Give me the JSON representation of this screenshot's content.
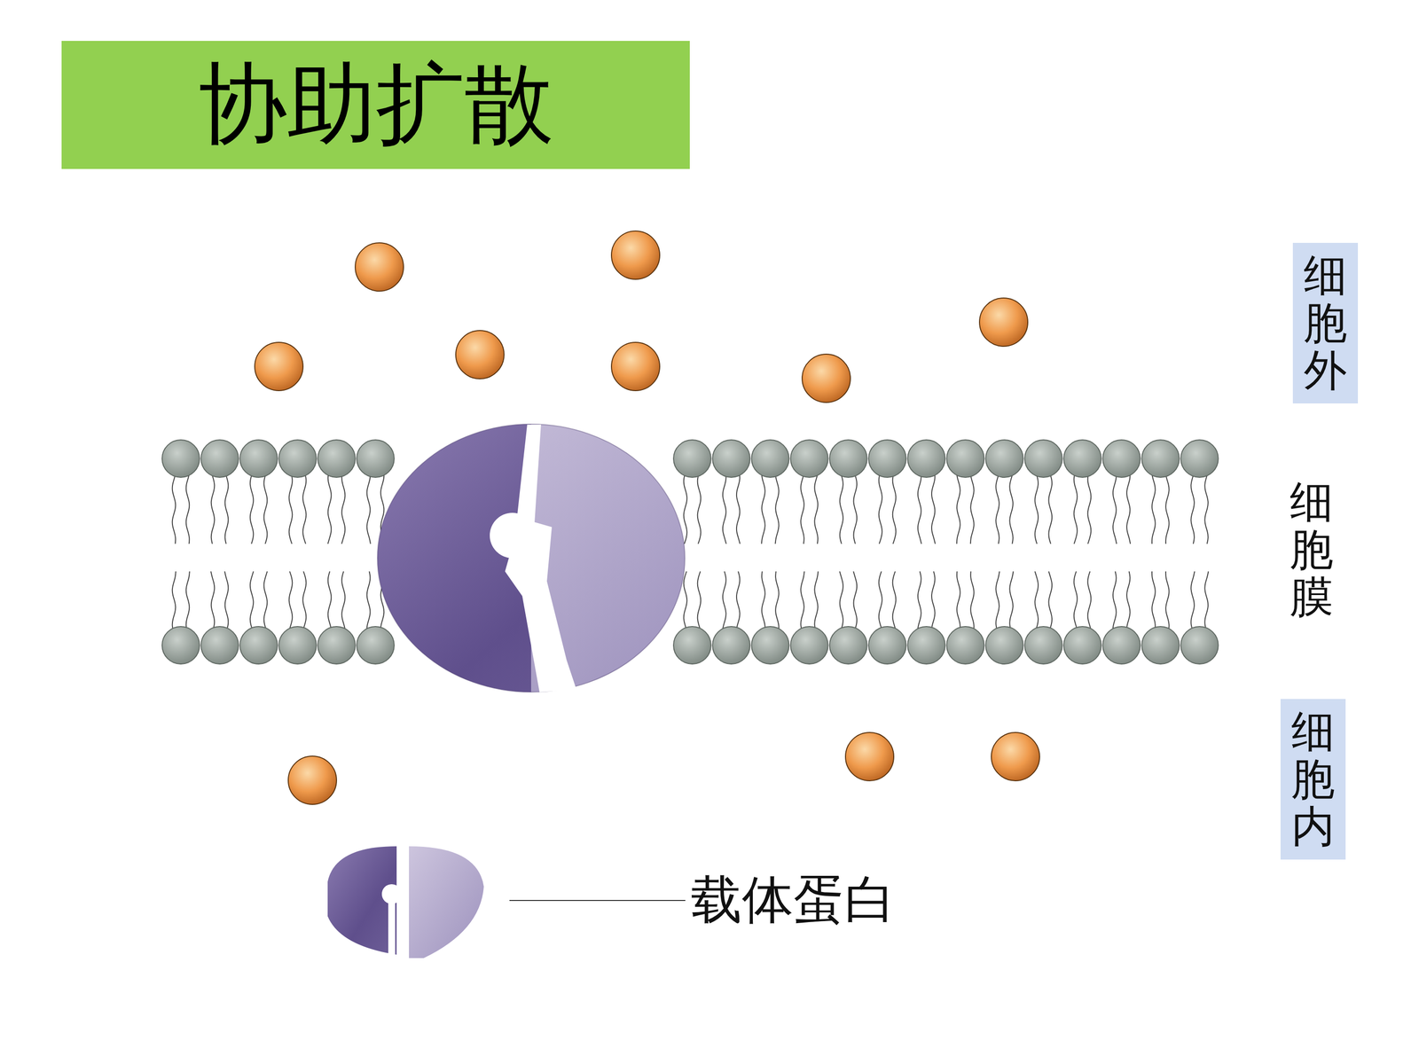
{
  "diagram": {
    "title": "协助扩散",
    "nodes": [
      {
        "text": [
          "细胞外"
        ]
      },
      {
        "text": [
          "细胞内"
        ]
      }
    ],
    "labels": [
      "细胞膜"
    ],
    "legend": [
      {
        "text": "载体蛋白"
      }
    ]
  }
}
